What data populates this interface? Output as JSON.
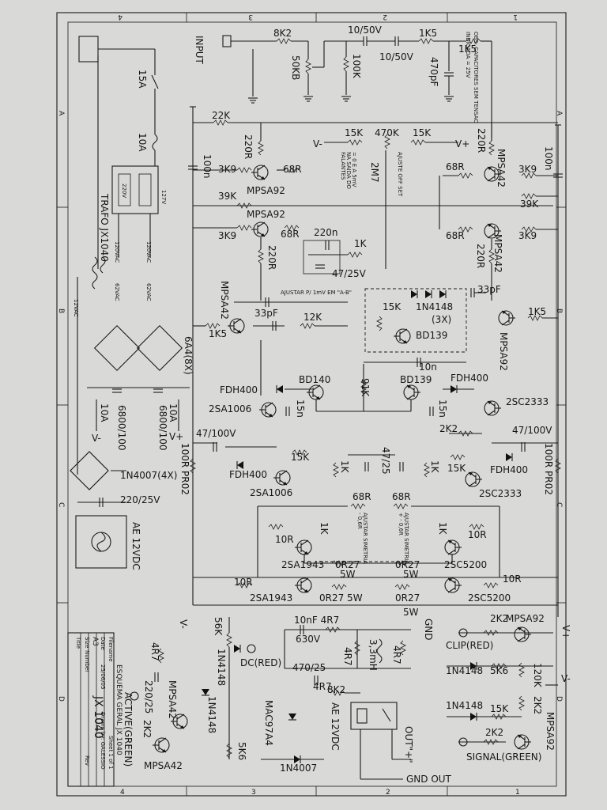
{
  "title_block": {
    "title_label": "Title",
    "title": "ESQUEMA GERAL JX 1040",
    "size_label": "Size",
    "size": "A3",
    "number_label": "Number",
    "number": "JX 1040",
    "rev_label": "Rev",
    "date_label": "Date",
    "date": "25/06/05",
    "filename_label": "Filename",
    "drawn_by": "Drawn by: GALESSIO",
    "sheet": "Sheet 1 of 1"
  },
  "notes": {
    "line1": "OBS: CAPACITORES SEM TENSAO",
    "line2": "INDICADA = 25V"
  },
  "border": {
    "top_numbers": [
      "4",
      "3",
      "2",
      "1"
    ],
    "bottom_numbers": [
      "4",
      "3",
      "2",
      "1"
    ],
    "side_letters": [
      "A",
      "B",
      "C",
      "D"
    ]
  },
  "input_stage": {
    "input": "INPUT",
    "r_8k2": "8K2",
    "pot_50kb": "50KB",
    "r_100k": "100K",
    "c_10_50v_a": "10/50V",
    "c_10_50v_b": "10/50V",
    "r_1k5_a": "1K5",
    "r_1k5_b": "1K5",
    "c_470pf": "470pF"
  },
  "power_supply": {
    "fuse_15a": "15A",
    "fuse_10a": "10A",
    "trafo": "TRAFO JX1040",
    "sel_220": "220V",
    "sel_127": "127V",
    "sec_a": "120VAC",
    "sec_b": "120VAC",
    "sec_c": "62VAC",
    "sec_d": "62VAC",
    "sec_e": "12VAC",
    "bridge_note": "6A4(8X)",
    "cap_a": "6800/100",
    "cap_b": "6800/100",
    "fuse_10a_a": "10A",
    "fuse_10a_b": "10A",
    "v_minus": "V-",
    "v_plus": "V+",
    "bridge_1n4007": "1N4007(4X)",
    "cap_220_25v": "220/25V",
    "fan": "AE 12VDC"
  },
  "diff_stage": {
    "r_22k": "22K",
    "c_100n_l": "100n",
    "c_100n_r": "100n",
    "r_220r_a": "220R",
    "r_220r_b": "220R",
    "r_220r_c": "220R",
    "r_220r_d": "220R",
    "r_3k9_a": "3K9",
    "r_3k9_b": "3K9",
    "r_3k9_c": "3K9",
    "r_3k9_d": "3K9",
    "r_68r_a": "68R",
    "r_68r_b": "68R",
    "r_68r_c": "68R",
    "r_68r_d": "68R",
    "r_39k_a": "39K",
    "r_39k_b": "39K",
    "q_mpsa92_a": "MPSA92",
    "q_mpsa92_b": "MPSA92",
    "q_mpsa42_a": "MPSA42",
    "q_mpsa42_b": "MPSA42",
    "q_mpsa42_c": "MPSA42",
    "q_mpsa92_c": "MPSA92",
    "r_15k_a": "15K",
    "pot_470k": "470K",
    "r_15k_b": "15K",
    "offset_note_a": "= 0 E A 5mV",
    "offset_note_b": "NA SAIDA DO",
    "offset_note_c": "FALANTES",
    "offset_note_d": "AJUSTE OFF SET",
    "r_2m7": "2M7",
    "c_220n": "220n",
    "r_1k": "1K",
    "c_47_25v": "47/25V",
    "adj_note": "AJUSTAR P/ 1mV EM \"A-B\"",
    "c_33pf_a": "33pF",
    "c_33pf_b": "33pF",
    "r_12k": "12K",
    "r_1k5_a": "1K5",
    "r_1k5_b": "1K5",
    "r_15k_c": "15K",
    "d_1n4148": "1N4148",
    "d_qty": "(3X)",
    "q_bd139_a": "BD139",
    "c_10n": "10n",
    "v_minus": "V-",
    "v_plus": "V+"
  },
  "driver_stage": {
    "d_fdh400_a": "FDH400",
    "d_fdh400_b": "FDH400",
    "d_fdh400_c": "FDH400",
    "d_fdh400_d": "FDH400",
    "q_bd140": "BD140",
    "q_bd139": "BD139",
    "r_91k": "91K",
    "q_2sa1006_a": "2SA1006",
    "q_2sa1006_b": "2SA1006",
    "q_2sc2333_a": "2SC2333",
    "q_2sc2333_b": "2SC2333",
    "c_15n_a": "15n",
    "c_15n_b": "15n",
    "r_2k2": "2K2",
    "c_47_100v_a": "47/100V",
    "c_47_100v_b": "47/100V",
    "r_100r_pr02_a": "100R PR02",
    "r_100r_pr02_b": "100R PR02",
    "r_15k_a": "15K",
    "r_15k_b": "15K",
    "c_47_25": "47/25",
    "r_1k_a": "1K",
    "r_1k_b": "1K",
    "r_1k_c": "1K",
    "r_1k_d": "1K"
  },
  "output_stage": {
    "r_68r_a": "68R",
    "r_68r_b": "68R",
    "adj_sym_a": "AJUSTAR SIMETRIA",
    "adj_sym_b": "- 0,6R",
    "adj_sym_c": "AJUSTAR SIMETRIA",
    "adj_sym_d": "+ - 0,6R",
    "r_10r_a": "10R",
    "r_10r_b": "10R",
    "r_10r_c": "10R",
    "r_10r_d": "10R",
    "q_2sa1943_a": "2SA1943",
    "q_2sa1943_b": "2SA1943",
    "q_2sc5200_a": "2SC5200",
    "q_2sc5200_b": "2SC5200",
    "r_0r27_a": "0R27",
    "r_0r27_b": "0R27",
    "r_0r27_c": "0R27 5W",
    "r_0r27_d": "0R27",
    "w_5w_a": "5W",
    "w_5w_b": "5W",
    "w_5w_c": "5W",
    "v_minus": "V-",
    "v_plus": "V+"
  },
  "protection": {
    "r_56k": "56K",
    "d_1n4148_a": "1N4148",
    "led_dc": "DC(RED)",
    "c_10nf_630v": "10nF 4R7",
    "v_630": "630V",
    "r_4r7_a": "4R7",
    "l_3_3mh": "3,3mH",
    "r_4r7_b": "4R7",
    "gnd": "GND",
    "c_470_25": "470/25",
    "r_4r7_c": "4R7",
    "r_8k2": "8K2",
    "triac": "MAC97A4",
    "relay_coil": "AE 12VDC",
    "out_plus": "OUT\"+\"",
    "gnd_out": "GND OUT",
    "d_1n4007": "1N4007",
    "r_5k6": "5K6",
    "r_4r7_d": "4R7",
    "c_220_25": "220/25",
    "q_mpsa42_a": "MPSA42",
    "q_mpsa42_b": "MPSA42",
    "r_2k2": "2K2",
    "led_active": "ACTIVE(GREEN)",
    "d_1n4148_b": "1N4148"
  },
  "indicators": {
    "r_2k2_a": "2K2",
    "q_mpsa92_a": "MPSA92",
    "led_clip": "CLIP(RED)",
    "d_1n4148_a": "1N4148",
    "r_5k6": "5K6",
    "r_120k": "120K",
    "v_minus": "V-",
    "r_2k2_b": "2K2",
    "d_1n4148_b": "1N4148",
    "r_15k": "15K",
    "r_2k2_c": "2K2",
    "q_mpsa92_b": "MPSA92",
    "led_signal": "SIGNAL(GREEN)"
  }
}
